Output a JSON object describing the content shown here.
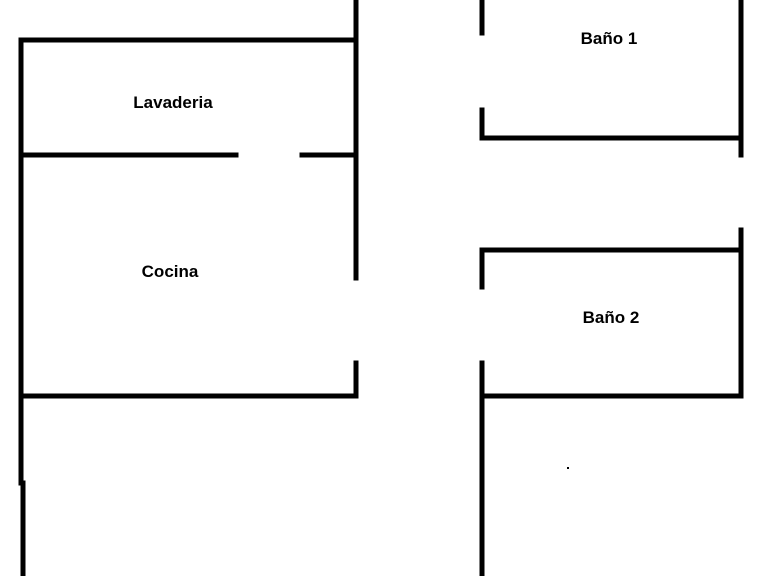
{
  "plan": {
    "wall_color": "#000000",
    "background_color": "#ffffff",
    "rooms": [
      {
        "label": "Lavaderia"
      },
      {
        "label": "Cocina"
      },
      {
        "label": "Baño 1"
      },
      {
        "label": "Baño 2"
      }
    ]
  }
}
